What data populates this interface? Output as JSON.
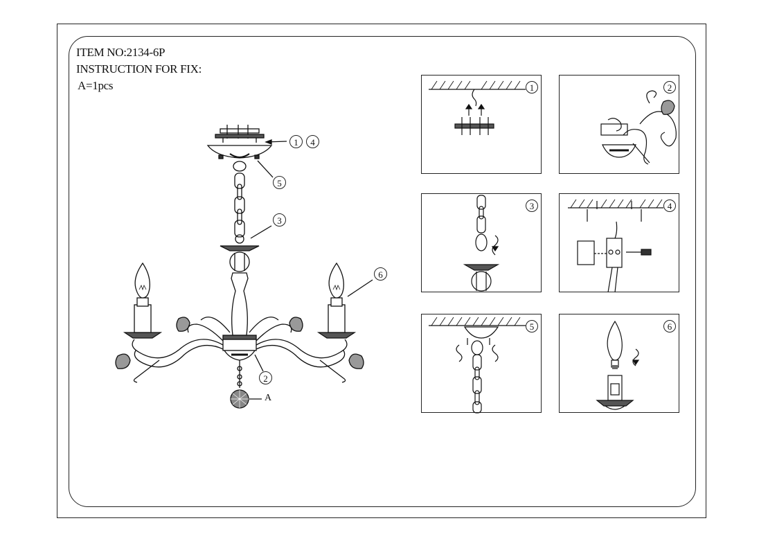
{
  "header": {
    "item_no": "ITEM NO:2134-6P",
    "instruction": "INSTRUCTION FOR FIX:",
    "parts": "A=1pcs"
  },
  "callouts": {
    "c1": "1",
    "c4": "4",
    "c5": "5",
    "c3": "3",
    "c6": "6",
    "c2": "2",
    "part_a": "A"
  },
  "steps": [
    {
      "number": "1"
    },
    {
      "number": "2"
    },
    {
      "number": "3"
    },
    {
      "number": "4"
    },
    {
      "number": "5"
    },
    {
      "number": "6"
    }
  ]
}
